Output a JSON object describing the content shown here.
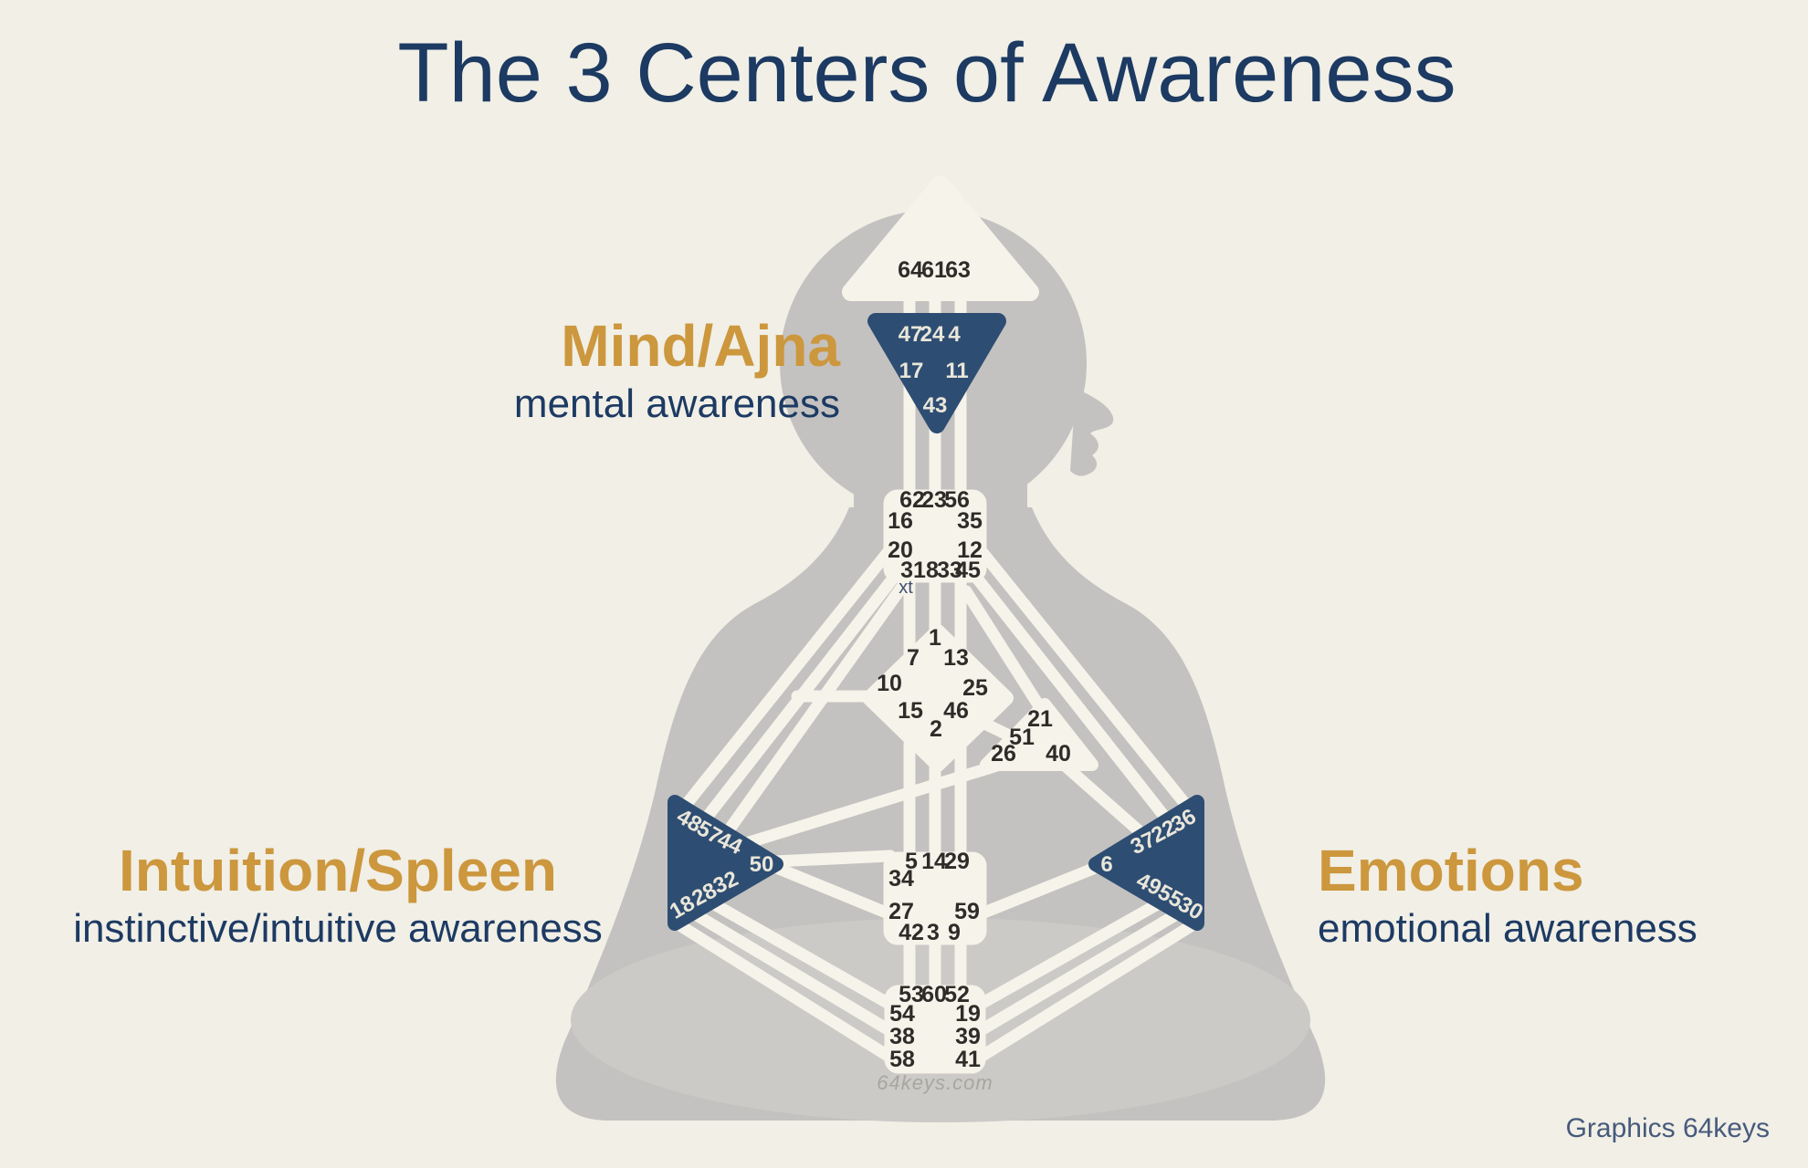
{
  "title": "The 3 Centers of Awareness",
  "annotations": {
    "mind": {
      "title": "Mind/Ajna",
      "subtitle": "mental awareness"
    },
    "intuition": {
      "title": "Intuition/Spleen",
      "subtitle": "instinctive/intuitive awareness"
    },
    "emotions": {
      "title": "Emotions",
      "subtitle": "emotional awareness"
    }
  },
  "credit": "Graphics 64keys",
  "watermark": "64keys.com",
  "stray_text": "xt",
  "colors": {
    "background": "#f1efe6",
    "body_silhouette": "#c3c2c0",
    "center_fill": "#f6f3ea",
    "awareness_center_fill": "#2e4d72",
    "gold_accent": "#cc973d",
    "navy_text": "#1d3a63"
  },
  "gates": {
    "head": [
      "64",
      "61",
      "63"
    ],
    "ajna": [
      "47",
      "24",
      "4",
      "17",
      "11",
      "43"
    ],
    "throat": [
      "62",
      "23",
      "56",
      "16",
      "35",
      "20",
      "12",
      "31",
      "8",
      "33",
      "45"
    ],
    "g": [
      "1",
      "7",
      "13",
      "10",
      "25",
      "15",
      "46",
      "2"
    ],
    "heart": [
      "21",
      "51",
      "26",
      "40"
    ],
    "spleen": [
      "48",
      "57",
      "44",
      "50",
      "32",
      "28",
      "18"
    ],
    "solar_plexus": [
      "36",
      "22",
      "37",
      "6",
      "49",
      "55",
      "30"
    ],
    "sacral": [
      "5",
      "14",
      "29",
      "34",
      "27",
      "59",
      "42",
      "3",
      "9"
    ],
    "root": [
      "53",
      "60",
      "52",
      "54",
      "19",
      "38",
      "39",
      "58",
      "41"
    ]
  }
}
